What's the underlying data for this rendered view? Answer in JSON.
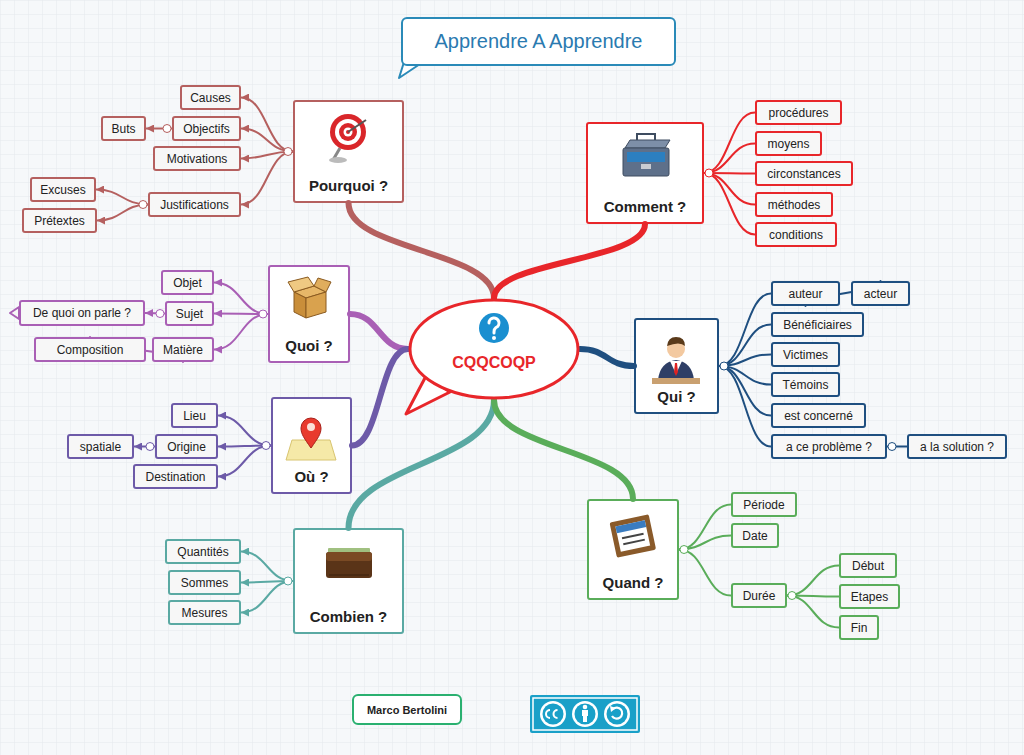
{
  "diagram": {
    "title": "Apprendre A Apprendre",
    "nodes": [
      {
        "text": [
          "CQQCOQP"
        ]
      },
      {
        "text": [
          "Pourquoi ?"
        ]
      },
      {
        "text": [
          "Causes"
        ]
      },
      {
        "text": [
          "Objectifs"
        ]
      },
      {
        "text": [
          "Buts"
        ]
      },
      {
        "text": [
          "Motivations"
        ]
      },
      {
        "text": [
          "Justifications"
        ]
      },
      {
        "text": [
          "Excuses"
        ]
      },
      {
        "text": [
          "Prétextes"
        ]
      },
      {
        "text": [
          "Quoi ?"
        ]
      },
      {
        "text": [
          "Objet"
        ]
      },
      {
        "text": [
          "Sujet"
        ]
      },
      {
        "text": [
          "De quoi on parle ?"
        ]
      },
      {
        "text": [
          "Matière"
        ]
      },
      {
        "text": [
          "Composition"
        ]
      },
      {
        "text": [
          "Où ?"
        ]
      },
      {
        "text": [
          "Lieu"
        ]
      },
      {
        "text": [
          "Origine"
        ]
      },
      {
        "text": [
          "spatiale"
        ]
      },
      {
        "text": [
          "Destination"
        ]
      },
      {
        "text": [
          "Combien ?"
        ]
      },
      {
        "text": [
          "Quantités"
        ]
      },
      {
        "text": [
          "Sommes"
        ]
      },
      {
        "text": [
          "Mesures"
        ]
      },
      {
        "text": [
          "Comment ?"
        ]
      },
      {
        "text": [
          "procédures"
        ]
      },
      {
        "text": [
          "moyens"
        ]
      },
      {
        "text": [
          "circonstances"
        ]
      },
      {
        "text": [
          "méthodes"
        ]
      },
      {
        "text": [
          "conditions"
        ]
      },
      {
        "text": [
          "Qui ?"
        ]
      },
      {
        "text": [
          "auteur"
        ]
      },
      {
        "text": [
          "acteur"
        ]
      },
      {
        "text": [
          "Bénéficiaires"
        ]
      },
      {
        "text": [
          "Victimes"
        ]
      },
      {
        "text": [
          "Témoins"
        ]
      },
      {
        "text": [
          "est concerné"
        ]
      },
      {
        "text": [
          "a ce problème ?"
        ]
      },
      {
        "text": [
          "a la solution ?"
        ]
      },
      {
        "text": [
          "Quand ?"
        ]
      },
      {
        "text": [
          "Période"
        ]
      },
      {
        "text": [
          "Date"
        ]
      },
      {
        "text": [
          "Durée"
        ]
      },
      {
        "text": [
          "Début"
        ]
      },
      {
        "text": [
          "Etapes"
        ]
      },
      {
        "text": [
          "Fin"
        ]
      },
      {
        "text": [
          "Marco Bertolini"
        ]
      }
    ],
    "edges": [
      {
        "from": 0,
        "to": 1,
        "arrow": "none"
      },
      {
        "from": 1,
        "to": 2,
        "arrow": "to"
      },
      {
        "from": 1,
        "to": 3,
        "arrow": "to"
      },
      {
        "from": 3,
        "to": 4,
        "arrow": "to"
      },
      {
        "from": 1,
        "to": 5,
        "arrow": "to"
      },
      {
        "from": 1,
        "to": 6,
        "arrow": "to"
      },
      {
        "from": 6,
        "to": 7,
        "arrow": "to"
      },
      {
        "from": 6,
        "to": 8,
        "arrow": "to"
      },
      {
        "from": 0,
        "to": 9,
        "arrow": "none"
      },
      {
        "from": 9,
        "to": 10,
        "arrow": "to"
      },
      {
        "from": 9,
        "to": 11,
        "arrow": "to"
      },
      {
        "from": 11,
        "to": 12,
        "arrow": "to"
      },
      {
        "from": 9,
        "to": 13,
        "arrow": "to"
      },
      {
        "from": 13,
        "to": 14,
        "arrow": "to"
      },
      {
        "from": 0,
        "to": 15,
        "arrow": "none"
      },
      {
        "from": 15,
        "to": 16,
        "arrow": "to"
      },
      {
        "from": 15,
        "to": 17,
        "arrow": "to"
      },
      {
        "from": 17,
        "to": 18,
        "arrow": "to"
      },
      {
        "from": 15,
        "to": 19,
        "arrow": "to"
      },
      {
        "from": 0,
        "to": 20,
        "arrow": "none"
      },
      {
        "from": 20,
        "to": 21,
        "arrow": "to"
      },
      {
        "from": 20,
        "to": 22,
        "arrow": "to"
      },
      {
        "from": 20,
        "to": 23,
        "arrow": "to"
      },
      {
        "from": 0,
        "to": 24,
        "arrow": "none"
      },
      {
        "from": 24,
        "to": 25,
        "arrow": "none"
      },
      {
        "from": 24,
        "to": 26,
        "arrow": "none"
      },
      {
        "from": 24,
        "to": 27,
        "arrow": "none"
      },
      {
        "from": 24,
        "to": 28,
        "arrow": "none"
      },
      {
        "from": 24,
        "to": 29,
        "arrow": "none"
      },
      {
        "from": 0,
        "to": 30,
        "arrow": "none"
      },
      {
        "from": 30,
        "to": 31,
        "arrow": "none"
      },
      {
        "from": 31,
        "to": 32,
        "arrow": "none"
      },
      {
        "from": 30,
        "to": 33,
        "arrow": "none"
      },
      {
        "from": 30,
        "to": 34,
        "arrow": "none"
      },
      {
        "from": 30,
        "to": 35,
        "arrow": "none"
      },
      {
        "from": 30,
        "to": 36,
        "arrow": "none"
      },
      {
        "from": 30,
        "to": 37,
        "arrow": "none"
      },
      {
        "from": 37,
        "to": 38,
        "arrow": "none"
      },
      {
        "from": 0,
        "to": 39,
        "arrow": "none"
      },
      {
        "from": 39,
        "to": 40,
        "arrow": "none"
      },
      {
        "from": 39,
        "to": 41,
        "arrow": "none"
      },
      {
        "from": 39,
        "to": 42,
        "arrow": "none"
      },
      {
        "from": 42,
        "to": 43,
        "arrow": "none"
      },
      {
        "from": 42,
        "to": 44,
        "arrow": "none"
      },
      {
        "from": 42,
        "to": 45,
        "arrow": "none"
      }
    ]
  }
}
